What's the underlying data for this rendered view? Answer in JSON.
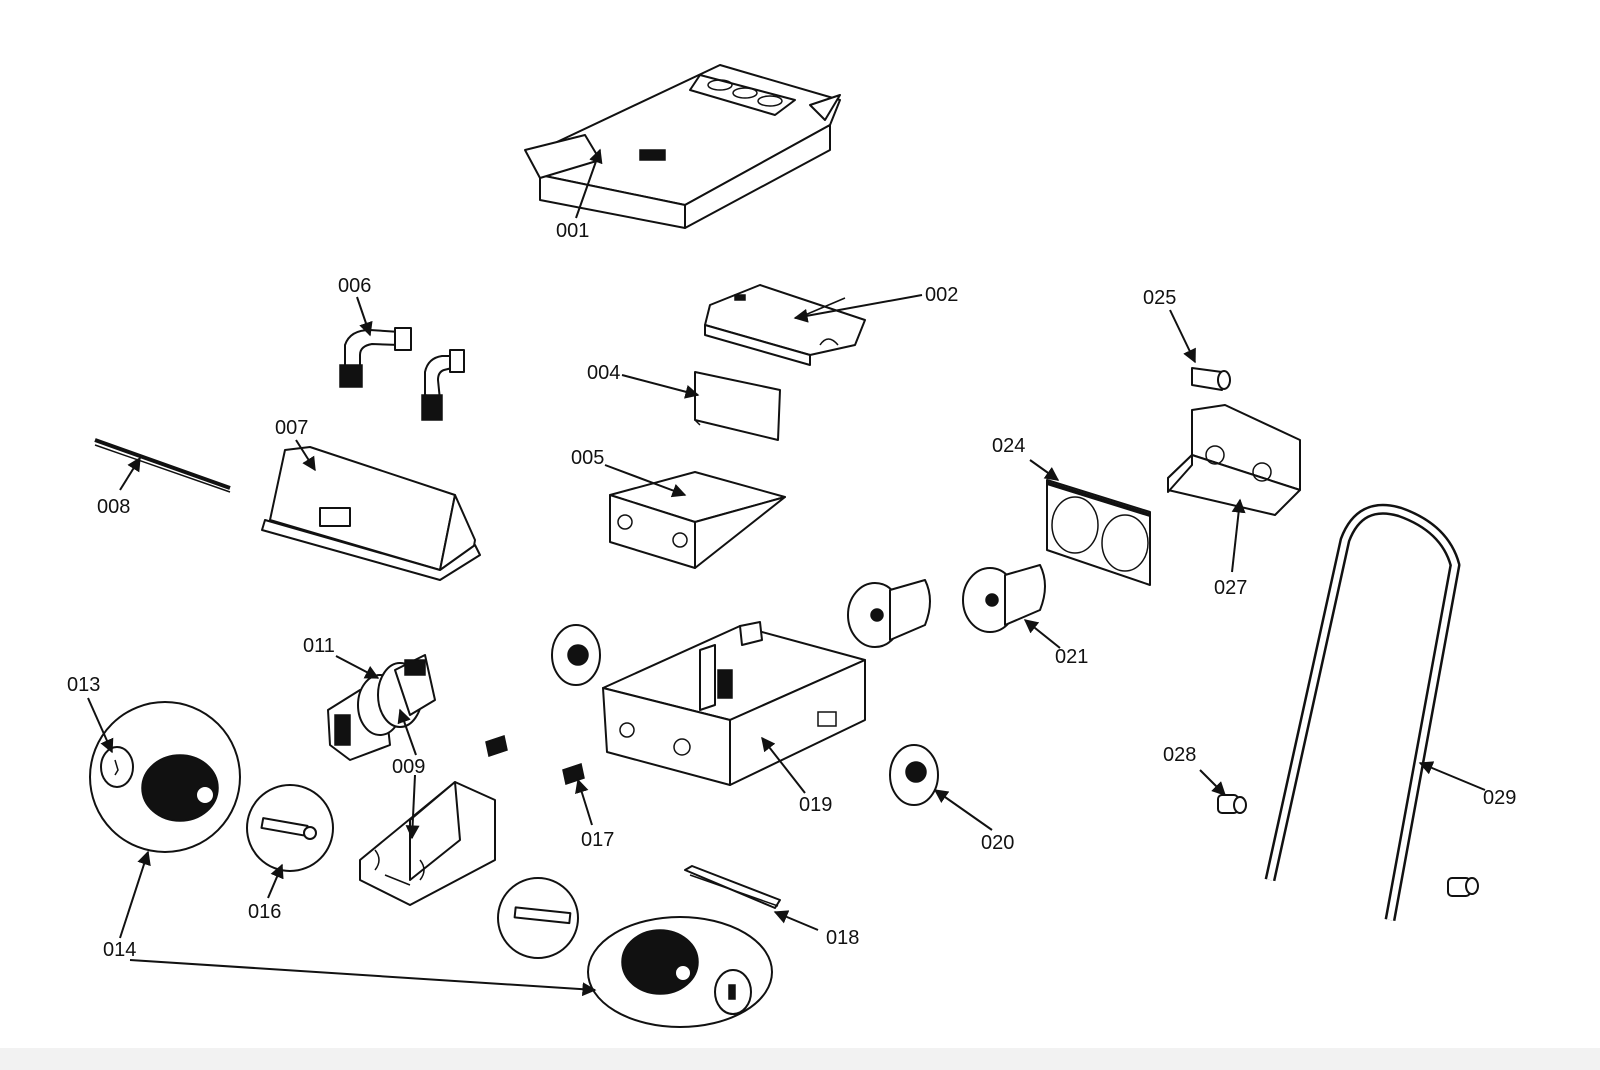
{
  "callouts": [
    {
      "id": "001",
      "label": "001"
    },
    {
      "id": "002",
      "label": "002"
    },
    {
      "id": "004",
      "label": "004"
    },
    {
      "id": "005",
      "label": "005"
    },
    {
      "id": "006",
      "label": "006"
    },
    {
      "id": "007",
      "label": "007"
    },
    {
      "id": "008",
      "label": "008"
    },
    {
      "id": "009",
      "label": "009"
    },
    {
      "id": "011",
      "label": "011"
    },
    {
      "id": "013",
      "label": "013"
    },
    {
      "id": "014",
      "label": "014"
    },
    {
      "id": "016",
      "label": "016"
    },
    {
      "id": "017",
      "label": "017"
    },
    {
      "id": "018",
      "label": "018"
    },
    {
      "id": "019",
      "label": "019"
    },
    {
      "id": "020",
      "label": "020"
    },
    {
      "id": "021",
      "label": "021"
    },
    {
      "id": "024",
      "label": "024"
    },
    {
      "id": "025",
      "label": "025"
    },
    {
      "id": "027",
      "label": "027"
    },
    {
      "id": "028",
      "label": "028"
    },
    {
      "id": "029",
      "label": "029"
    }
  ],
  "colors": {
    "line": "#111111",
    "background": "#ffffff"
  }
}
